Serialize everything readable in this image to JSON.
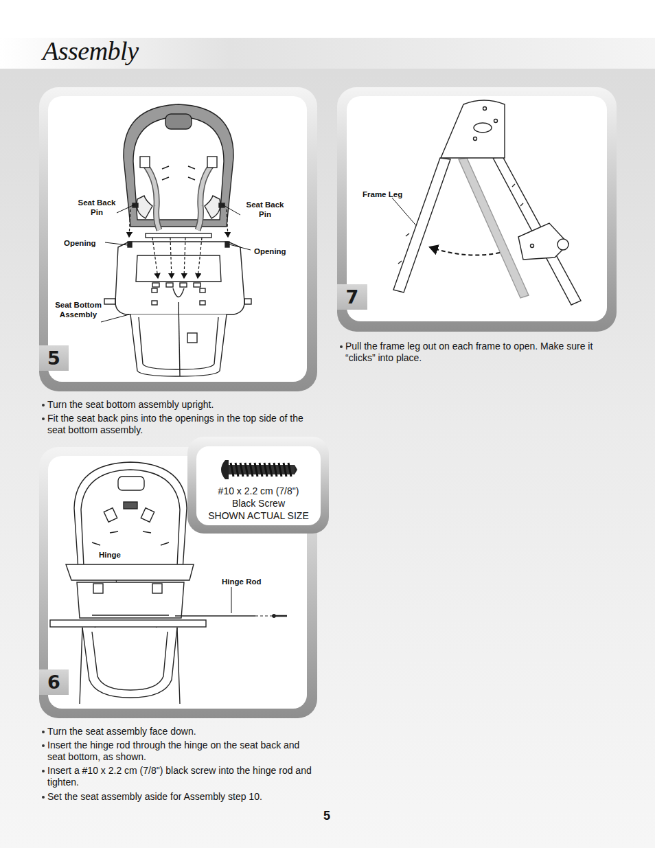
{
  "diagram": {
    "title": "Assembly",
    "nodes": [
      {
        "text": [
          "5"
        ]
      },
      {
        "text": [
          "7"
        ]
      },
      {
        "text": [
          "#10 x 2.2 cm (7/8\") Black Screw",
          "SHOWN ACTUAL SIZE"
        ]
      },
      {
        "text": [
          "6"
        ]
      }
    ],
    "labels": [
      "Seat Back Pin",
      "Seat Back Pin",
      "Opening",
      "Opening",
      "Seat Bottom Assembly",
      "Turn the seat bottom assembly upright.",
      "Fit the seat back pins into the openings in the top side of the seat bottom assembly.",
      "Frame Leg",
      "Pull the frame leg out on each frame to open. Make sure it “clicks” into place.",
      "Hinge",
      "Hinge Rod",
      "Turn the seat assembly face down.",
      "Insert the hinge rod through the hinge on the seat back and seat bottom, as shown.",
      "Insert a #10 x 2.2 cm (7/8\") black screw into the hinge rod and tighten.",
      "Set the seat assembly aside for Assembly step 10.",
      "5"
    ]
  }
}
